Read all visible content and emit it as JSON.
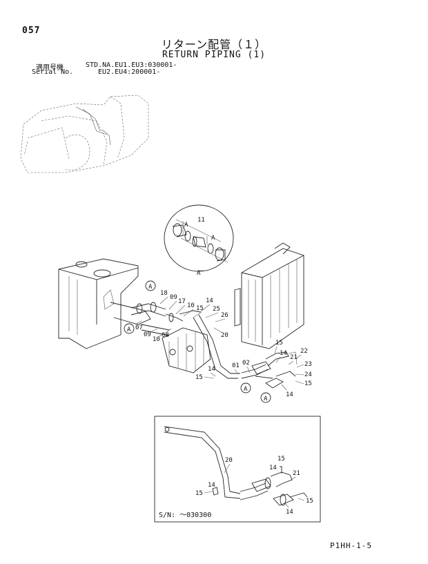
{
  "page": {
    "page_number": "057",
    "title_jp": "リターン配管（１）",
    "title_en": "RETURN PIPING (1)",
    "serial_label_jp": "適用号機",
    "serial_label_en": "Serial No.",
    "serial_line1": "STD.NA.EU1.EU3:030001-",
    "serial_line2": "EU2.EU4:200001-",
    "footer_code": "P1HH-1-5"
  },
  "detail_view": {
    "callout_a": "A",
    "part_11": "11",
    "inner_a1": "A",
    "inner_a2": "A"
  },
  "main_diagram": {
    "callout_a_top": "A",
    "callout_a_left": "A",
    "callout_a_bottom1": "A",
    "callout_a_bottom2": "A",
    "parts": [
      "18",
      "09",
      "17",
      "10",
      "15",
      "14",
      "25",
      "26",
      "07",
      "09",
      "10",
      "08",
      "20",
      "01",
      "02",
      "14",
      "15",
      "15",
      "14",
      "21",
      "22",
      "23",
      "24",
      "15",
      "14"
    ]
  },
  "inset": {
    "parts": [
      "20",
      "15",
      "14",
      "15",
      "21",
      "15",
      "14"
    ],
    "serial_note": "S/N: ～030300"
  }
}
